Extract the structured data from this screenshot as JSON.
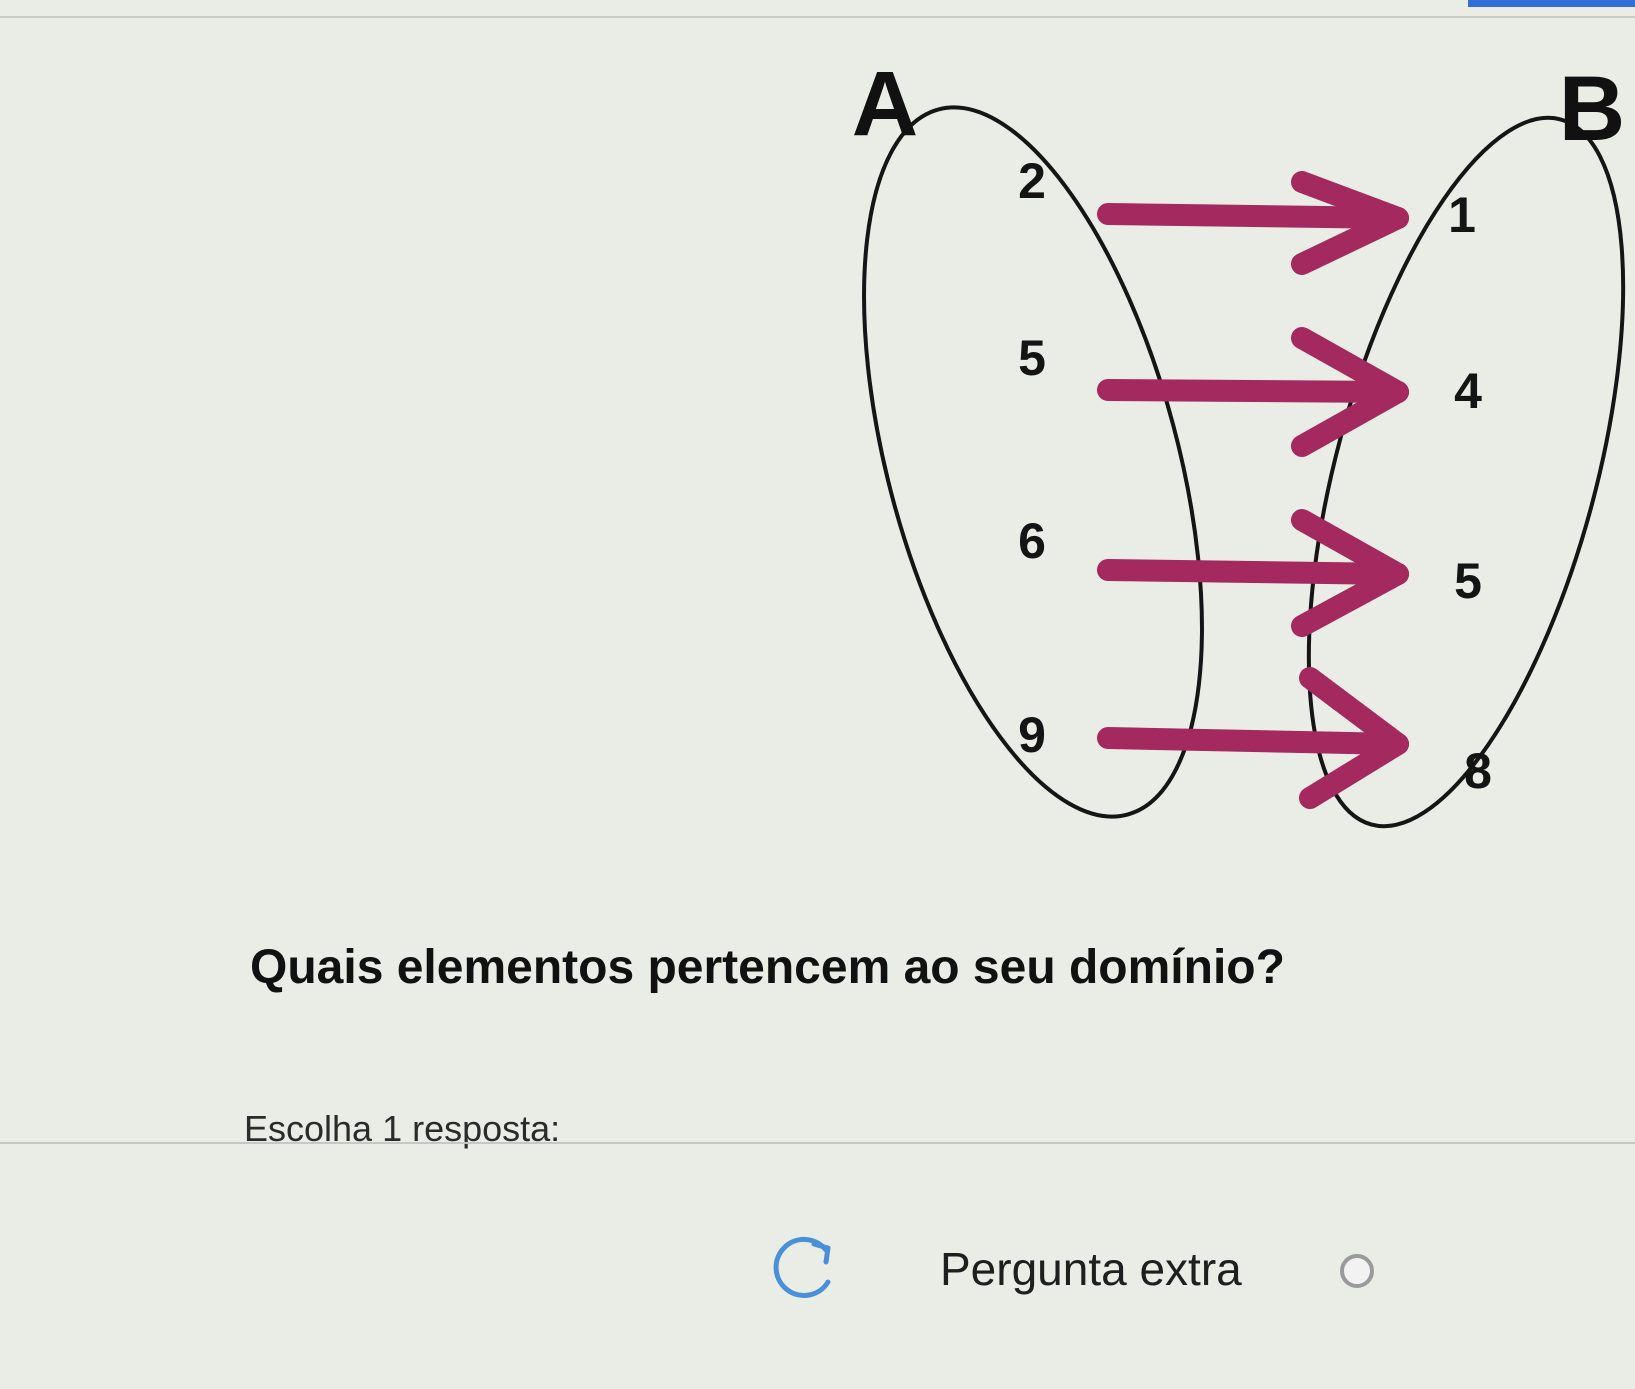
{
  "diagram": {
    "set_a": {
      "name": "A",
      "elements": [
        "2",
        "5",
        "6",
        "9"
      ]
    },
    "set_b": {
      "name": "B",
      "elements": [
        "1",
        "4",
        "5",
        "8"
      ]
    },
    "arrow_color": "#a3295e"
  },
  "question": {
    "text": "Quais elementos pertencem ao seu domínio?",
    "instruction": "Escolha 1 resposta:"
  },
  "extra": {
    "label": "Pergunta extra",
    "icon": "refresh-icon"
  },
  "colors": {
    "background": "#eaece6",
    "accent": "#2f6fd6",
    "refresh_icon": "#4a90d9"
  }
}
